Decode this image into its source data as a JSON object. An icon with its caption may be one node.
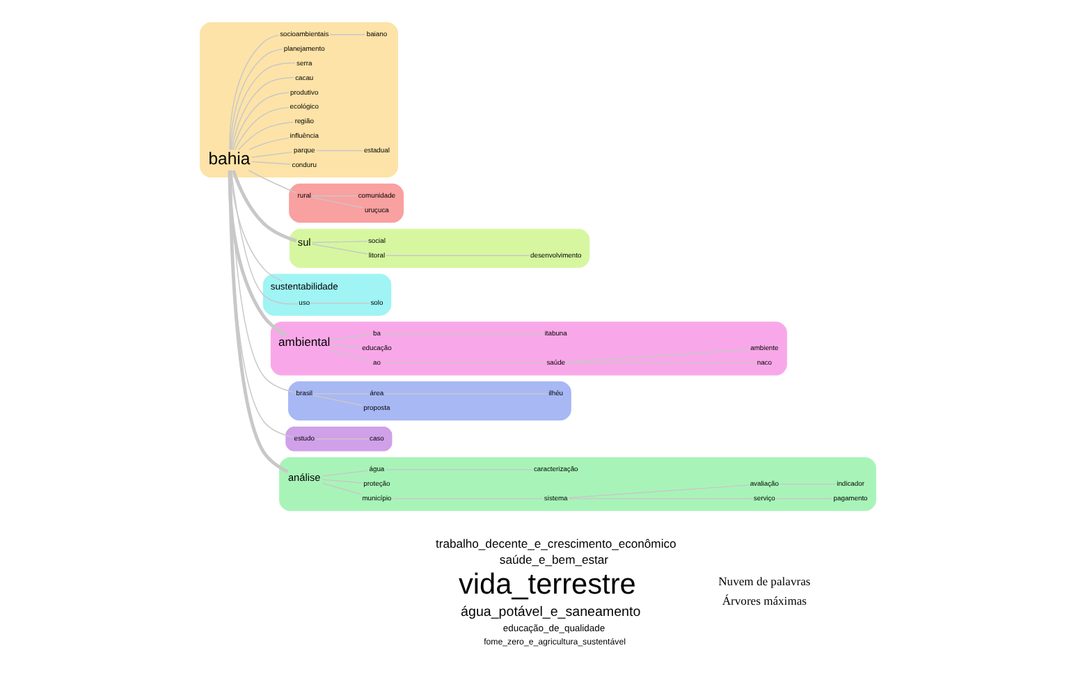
{
  "diagram": {
    "nodes": [
      {
        "text": [],
        "shape": "cloud"
      },
      {
        "text": [
          "uruçuca"
        ],
        "in": 0
      },
      {
        "text": [
          "comunidade"
        ],
        "in": 0
      },
      {
        "text": [
          "rural"
        ],
        "in": 0
      },
      {
        "text": [],
        "shape": "cloud"
      },
      {
        "text": [
          "desenvolvimento"
        ],
        "in": 4
      },
      {
        "text": [],
        "shape": "cloud"
      },
      {
        "text": [
          "solo"
        ],
        "in": 6
      },
      {
        "text": [
          "sustentabilidade"
        ],
        "in": 6
      },
      {
        "text": [],
        "shape": "cloud"
      },
      {
        "text": [
          "litoral"
        ],
        "in": 4
      },
      {
        "text": [
          "social"
        ],
        "in": 4
      },
      {
        "text": [],
        "shape": "cloud"
      },
      {
        "text": [
          "naco"
        ],
        "in": 12
      },
      {
        "text": [
          "ambiente"
        ],
        "in": 12
      },
      {
        "text": [
          "saúde"
        ],
        "in": 12
      },
      {
        "text": [
          "ao"
        ],
        "in": 12
      },
      {
        "text": [
          "estadual"
        ],
        "in": 9
      },
      {
        "text": [
          "uso"
        ],
        "in": 6
      },
      {
        "text": [
          "conduru"
        ],
        "in": 9
      },
      {
        "text": [
          "sul"
        ],
        "in": 4
      },
      {
        "text": [],
        "shape": "cloud"
      },
      {
        "text": [
          "ilhéu"
        ],
        "in": 21
      },
      {
        "text": [
          "proposta"
        ],
        "in": 21
      },
      {
        "text": [
          "área"
        ],
        "in": 21
      },
      {
        "text": [
          "parque"
        ],
        "in": 9
      },
      {
        "text": [
          "influência"
        ],
        "in": 9
      },
      {
        "text": [
          "ambiental"
        ],
        "in": 12
      },
      {
        "text": [
          "educação"
        ],
        "in": 12
      },
      {
        "text": [
          "brasil"
        ],
        "in": 21
      },
      {
        "text": [
          "bahia"
        ],
        "in": 9
      },
      {
        "text": [
          "região"
        ],
        "in": 9
      },
      {
        "text": [
          "ba"
        ],
        "in": 12
      },
      {
        "text": [
          "itabuna"
        ],
        "in": 12
      },
      {
        "text": [
          "ecológico"
        ],
        "in": 9
      },
      {
        "text": [],
        "shape": "cloud"
      },
      {
        "text": [
          "estudo"
        ],
        "in": 35
      },
      {
        "text": [
          "caso"
        ],
        "in": 35
      },
      {
        "text": [
          "produtivo"
        ],
        "in": 9
      },
      {
        "text": [
          "cacau"
        ],
        "in": 9
      },
      {
        "text": [
          "serra"
        ],
        "in": 9
      },
      {
        "text": [
          "planejamento"
        ],
        "in": 9
      },
      {
        "text": [
          "socioambientais"
        ],
        "in": 9
      },
      {
        "text": [],
        "shape": "cloud"
      },
      {
        "text": [
          "análise"
        ],
        "in": 43
      },
      {
        "text": [
          "município"
        ],
        "in": 43
      },
      {
        "text": [
          "proteção"
        ],
        "in": 43
      },
      {
        "text": [
          "baiano"
        ],
        "in": 9
      },
      {
        "text": [
          "sistema"
        ],
        "in": 43
      },
      {
        "text": [
          "água"
        ],
        "in": 43
      },
      {
        "text": [
          "serviço"
        ],
        "in": 43
      },
      {
        "text": [
          "avaliação"
        ],
        "in": 43
      },
      {
        "text": [
          "pagamento"
        ],
        "in": 43
      },
      {
        "text": [
          "caracterização"
        ],
        "in": 43
      },
      {
        "text": [
          "indicador"
        ],
        "in": 43
      }
    ],
    "edges": [
      {
        "from": 30,
        "to": 27,
        "arrow": "none",
        "style": "thick"
      },
      {
        "from": 30,
        "to": 20,
        "arrow": "none",
        "style": "thick"
      },
      {
        "from": 30,
        "to": 44,
        "arrow": "none",
        "style": "thick"
      },
      {
        "from": 30,
        "to": 26,
        "arrow": "none"
      },
      {
        "from": 30,
        "to": 31,
        "arrow": "none"
      },
      {
        "from": 30,
        "to": 38,
        "arrow": "none"
      },
      {
        "from": 30,
        "to": 40,
        "arrow": "none"
      },
      {
        "from": 30,
        "to": 39,
        "arrow": "none"
      },
      {
        "from": 30,
        "to": 41,
        "arrow": "none"
      },
      {
        "from": 30,
        "to": 34,
        "arrow": "none"
      },
      {
        "from": 30,
        "to": 36,
        "arrow": "none"
      },
      {
        "from": 30,
        "to": 29,
        "arrow": "none"
      },
      {
        "from": 30,
        "to": 25,
        "arrow": "none"
      },
      {
        "from": 30,
        "to": 19,
        "arrow": "none"
      },
      {
        "from": 30,
        "to": 18,
        "arrow": "none"
      },
      {
        "from": 30,
        "to": 8,
        "arrow": "none"
      },
      {
        "from": 30,
        "to": 3,
        "arrow": "none"
      },
      {
        "from": 30,
        "to": 42,
        "arrow": "none"
      },
      {
        "from": 3,
        "to": 1,
        "arrow": "none"
      },
      {
        "from": 3,
        "to": 2,
        "arrow": "none"
      },
      {
        "from": 18,
        "to": 7,
        "arrow": "none"
      },
      {
        "from": 25,
        "to": 17,
        "arrow": "none"
      },
      {
        "from": 29,
        "to": 23,
        "arrow": "none"
      },
      {
        "from": 29,
        "to": 24,
        "arrow": "none"
      },
      {
        "from": 24,
        "to": 22,
        "arrow": "none"
      },
      {
        "from": 36,
        "to": 37,
        "arrow": "none"
      },
      {
        "from": 42,
        "to": 47,
        "arrow": "none"
      },
      {
        "from": 20,
        "to": 10,
        "arrow": "none"
      },
      {
        "from": 10,
        "to": 5,
        "arrow": "none"
      },
      {
        "from": 20,
        "to": 11,
        "arrow": "none"
      },
      {
        "from": 27,
        "to": 16,
        "arrow": "none"
      },
      {
        "from": 16,
        "to": 15,
        "arrow": "none"
      },
      {
        "from": 15,
        "to": 13,
        "arrow": "none"
      },
      {
        "from": 15,
        "to": 14,
        "arrow": "none"
      },
      {
        "from": 27,
        "to": 28,
        "arrow": "none"
      },
      {
        "from": 27,
        "to": 32,
        "arrow": "none"
      },
      {
        "from": 32,
        "to": 33,
        "arrow": "none"
      },
      {
        "from": 44,
        "to": 45,
        "arrow": "none"
      },
      {
        "from": 44,
        "to": 46,
        "arrow": "none"
      },
      {
        "from": 44,
        "to": 49,
        "arrow": "none"
      },
      {
        "from": 49,
        "to": 53,
        "arrow": "none"
      },
      {
        "from": 45,
        "to": 48,
        "arrow": "none"
      },
      {
        "from": 48,
        "to": 50,
        "arrow": "none"
      },
      {
        "from": 50,
        "to": 52,
        "arrow": "none"
      },
      {
        "from": 48,
        "to": 51,
        "arrow": "none"
      },
      {
        "from": 51,
        "to": 54,
        "arrow": "none"
      }
    ],
    "labels": [
      "trabalho_decente_e_crescimento_econômico",
      "saúde_e_bem_estar",
      "vida_terrestre",
      "água_potável_e_saneamento",
      "educação_de_qualidade",
      "fome_zero_e_agricultura_sustentável",
      "Nuvem de palavras",
      "Árvores máximas"
    ]
  }
}
